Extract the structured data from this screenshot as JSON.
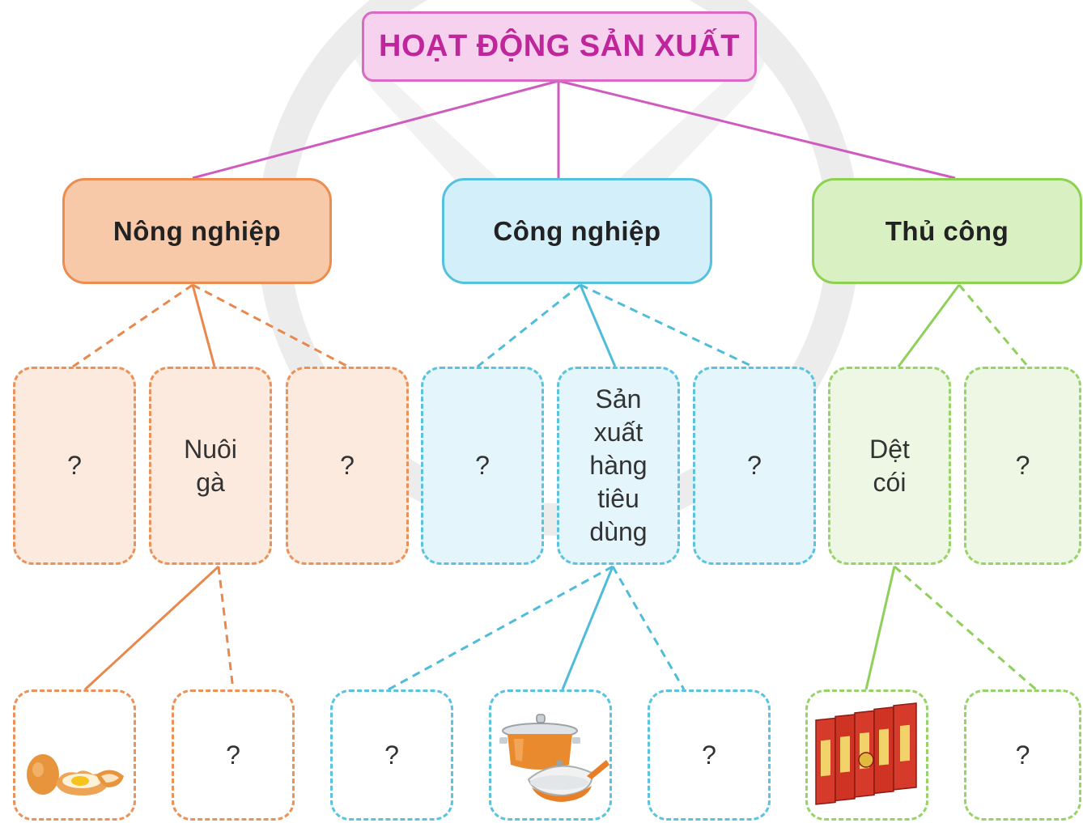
{
  "diagram": {
    "root": {
      "label": "HOẠT ĐỘNG SẢN XUẤT"
    },
    "categories": [
      {
        "label": "Nông nghiệp"
      },
      {
        "label": "Công nghiệp"
      },
      {
        "label": "Thủ công"
      }
    ],
    "subcategories": [
      {
        "label": "?"
      },
      {
        "label": "Nuôi\ngà"
      },
      {
        "label": "?"
      },
      {
        "label": "?"
      },
      {
        "label": "Sản\nxuất\nhàng\ntiêu\ndùng"
      },
      {
        "label": "?"
      },
      {
        "label": "Dệt\ncói"
      },
      {
        "label": "?"
      }
    ],
    "products": [
      {
        "label": "",
        "icon": "eggs-icon"
      },
      {
        "label": "?"
      },
      {
        "label": "?"
      },
      {
        "label": "",
        "icon": "cookware-icon"
      },
      {
        "label": "?"
      },
      {
        "label": "",
        "icon": "sedge-mats-icon"
      },
      {
        "label": "?"
      }
    ]
  },
  "colors": {
    "root": "#c0269c",
    "agriculture": "#ec8d4f",
    "industry": "#54c1de",
    "handicraft": "#8cd152"
  }
}
